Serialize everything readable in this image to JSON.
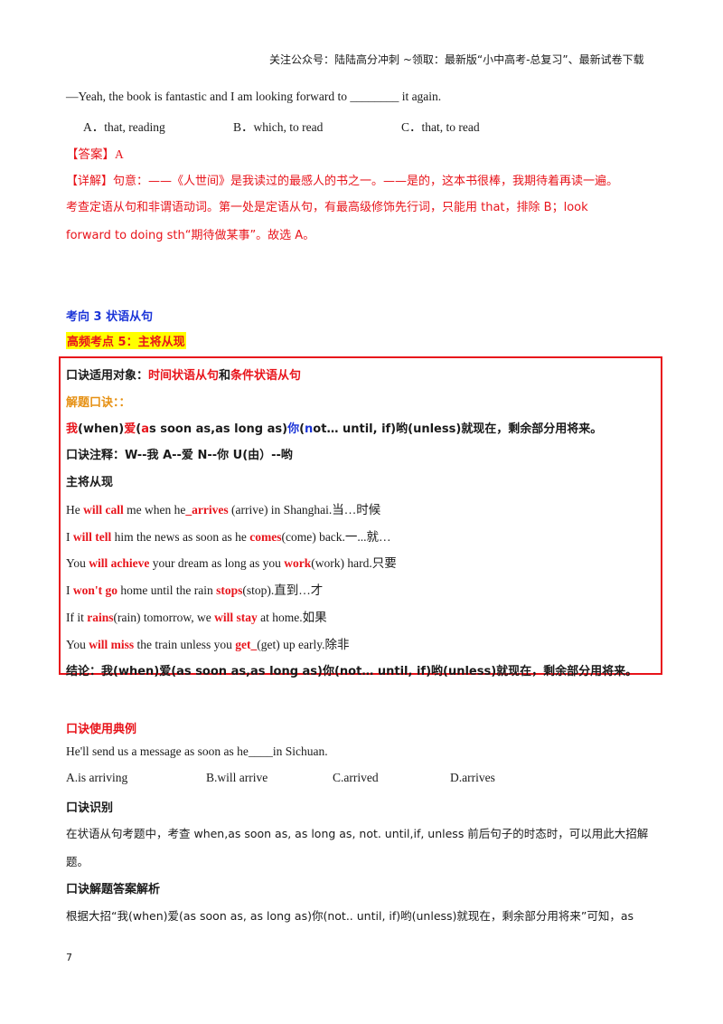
{
  "header": {
    "text": "关注公众号：陆陆高分冲刺  ~领取：最新版“小中高考-总复习”、最新试卷下载"
  },
  "question": {
    "stem": "—Yeah, the book is fantastic and I am looking forward to ________ it again.",
    "options": [
      "A．that, reading",
      "B．which, to read",
      "C．that, to read"
    ],
    "answer_label": "【答案】",
    "answer_value": "A",
    "detail_label": "【详解】",
    "detail_line1": "句意：——《人世间》是我读过的最感人的书之一。——是的，这本书很棒，我期待着再读一遍。",
    "detail_line2": "考查定语从句和非谓语动词。第一处是定语从句，有最高级修饰先行词，只能用 that，排除 B；look",
    "detail_line3": "forward to doing sth“期待做某事”。故选 A。"
  },
  "section": {
    "title": "考向 3  状语从句",
    "point": "高频考点 5：主将从现"
  },
  "box": {
    "target_label": "口诀适用对象：",
    "target_a": "时间状语从句",
    "target_and": "和",
    "target_b": "条件状语从句",
    "method_label": "解题口诀：：",
    "rhyme": {
      "w": "我",
      "when": "(when)",
      "a": "爱",
      "as_open": "(",
      "as_a": "a",
      "as_rest": "s soon as,as long as)",
      "n": "你",
      "not_open": "(",
      "not_n": "n",
      "not_rest": "ot… until, if)",
      "rest": "哟(unless)就现在，剩余部分用将来。"
    },
    "note": "口诀注释：W--我     A--爱     N--你     U(由）--哟",
    "rule_title": "主将从现",
    "examples": [
      {
        "a": "He ",
        "b": "will call",
        "c": " me when he",
        "d": "_arrives",
        "e": " (arrive) in Shanghai.当…时候"
      },
      {
        "a": "I ",
        "b": "will tell",
        "c": " him the news as soon as he ",
        "d": "comes",
        "e": "(come) back.一...就…"
      },
      {
        "a": "You ",
        "b": "will achieve",
        "c": " your dream as long as you ",
        "d": "work",
        "e": "(work) hard.只要"
      },
      {
        "a": "I ",
        "b": "won't go",
        "c": " home until the rain ",
        "d": "stops",
        "e": "(stop).直到…才"
      },
      {
        "a": "If it ",
        "b": "rains",
        "c": "(rain) tomorrow, we ",
        "d": "will stay",
        "e": " at home.如果"
      },
      {
        "a": "You ",
        "b": "will miss",
        "c": " the train unless you ",
        "d": "get_",
        "e": "(get) up early.除非"
      }
    ],
    "conclusion": "结论：我(when)爱(as soon as,as long as)你(not… until, if)哟(unless)就现在，剩余部分用将来。"
  },
  "usage": {
    "title": "口诀使用典例",
    "question": "He'll send us a message as soon as he____in Sichuan.",
    "options": [
      "A.is arriving",
      "B.will arrive",
      "C.arrived",
      "D.arrives"
    ],
    "identify_title": "口诀识别",
    "identify_line1": "在状语从句考题中，考查 when,as soon as, as long as, not. until,if, unless 前后句子的时态时，可以用此大招解",
    "identify_line2": "题。",
    "analysis_title": "口诀解题答案解析",
    "analysis_line1": "根据大招“我(when)爱(as soon as, as long as)你(not.. until, if)哟(unless)就现在，剩余部分用将来”可知，as"
  },
  "page_number": "7"
}
